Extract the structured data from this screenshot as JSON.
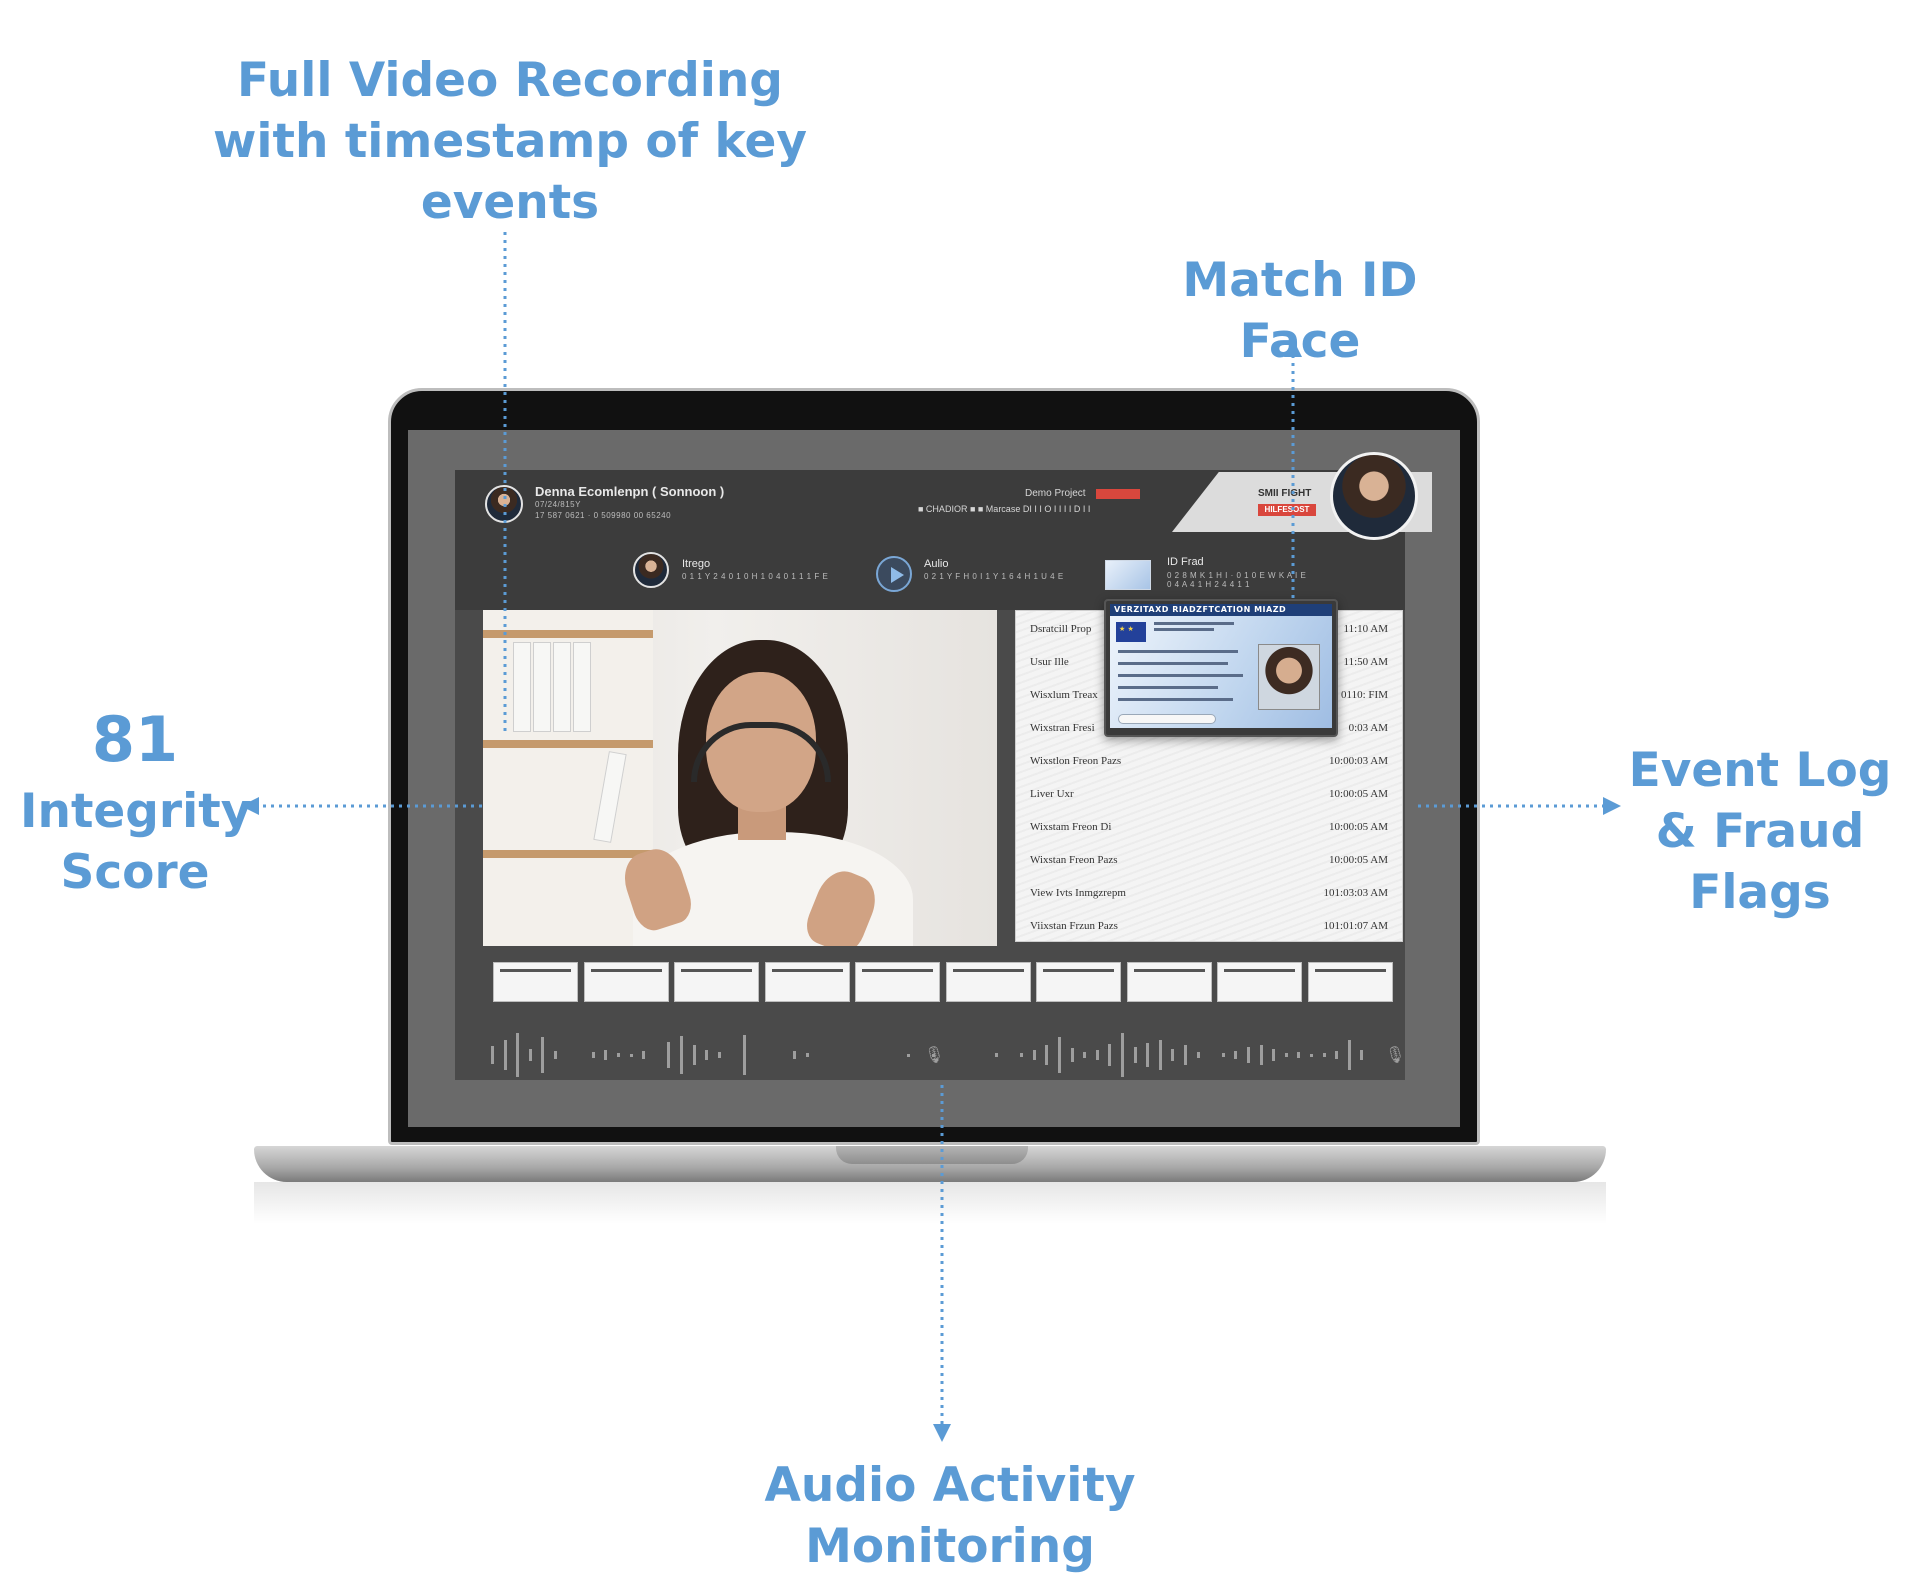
{
  "callouts": {
    "video_recording": "Full Video Recording with timestamp of key events",
    "match_id_face": "Match ID Face",
    "integrity_score_value": "81",
    "integrity_score_label": "Integrity Score",
    "event_log": "Event Log & Fraud Flags",
    "audio_monitoring": "Audio Activity Monitoring"
  },
  "app": {
    "user_name": "Denna Ecomlenpn ( Sonnoon )",
    "user_meta_1": "07/24/815Y",
    "user_meta_2": "17 587 0621 · 0 509980 00 65240",
    "project_name": "Demo Project",
    "project_id": "■ CHADIOR ■ ■ Marcase DI I I O I I I I D I I",
    "match_label": "SMII FIGHT",
    "match_badge": "HILFESOST",
    "tabs": {
      "integrity_label": "Itrego",
      "integrity_sub": "0 1 1 Y 2 4 0 1 0 H 1 0 4 0 1 1 1 F E",
      "audio_label": "Aulio",
      "audio_sub": "0 2 1 Y F H 0 I 1 Y 1 6 4 H 1 U 4 E",
      "idfrad_label": "ID Frad",
      "idfrad_sub_1": "0 2 8 M K 1 H I · 0 1 0 E W K A I E",
      "idfrad_sub_2": "0 4 A 4 1 H 2 4 4 1 1"
    },
    "id_card_title": "VERZITAXD RIADZFTCATION MIAZD",
    "event_log": [
      {
        "label": "Dsratcill Prop",
        "time": "11:10 AM"
      },
      {
        "label": "Usur Ille",
        "time": "11:50 AM"
      },
      {
        "label": "Wisxlum Treax",
        "time": "0110: FIM"
      },
      {
        "label": "Wixstran Fresi",
        "time": "0:03 AM"
      },
      {
        "label": "Wixstlon Freon Pazs",
        "time": "10:00:03 AM"
      },
      {
        "label": "Liver Uxr",
        "time": "10:00:05 AM"
      },
      {
        "label": "Wixstam Freon Di",
        "time": "10:00:05 AM"
      },
      {
        "label": "Wixstan Freon Pazs",
        "time": "10:00:05 AM"
      },
      {
        "label": "View Ivts Inmgzrepm",
        "time": "101:03:03 AM"
      },
      {
        "label": "Viixstan Frzun Pazs",
        "time": "101:01:07 AM"
      }
    ]
  },
  "icons": {
    "play": "play-icon",
    "microphone": "microphone-icon"
  },
  "colors": {
    "accent": "#5b9bd5",
    "flag_red": "#d9473d"
  }
}
